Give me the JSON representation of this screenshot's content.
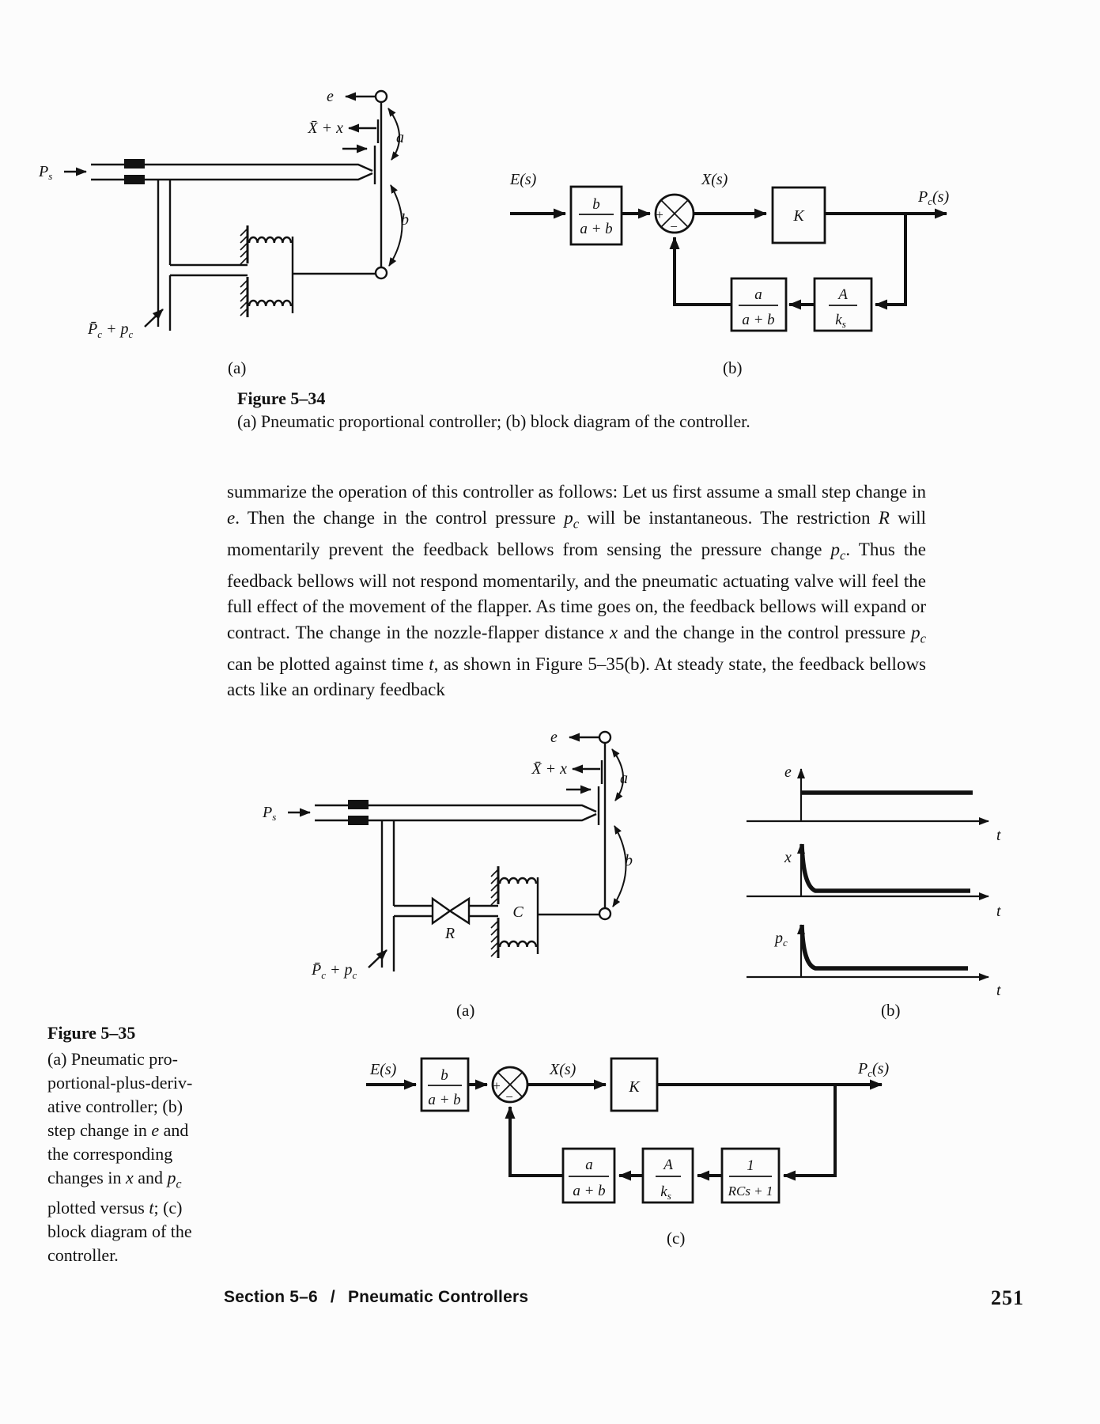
{
  "sym": {
    "e": "e",
    "t": "t",
    "x": "x",
    "a": "a",
    "b": "b",
    "K": "K",
    "C": "C",
    "R": "R",
    "A": "A",
    "p": "p",
    "c": "c",
    "s": "s",
    "k": "k",
    "P": "P",
    "one": "1",
    "Pbar": "P̄",
    "Xbar_x": "X̄ + x",
    "plus_sep": " + ",
    "Es": "E(s)",
    "Xs": "X(s)",
    "of_s": "(s)",
    "a_plus_b": "a + b",
    "RCs_1": "RCs + 1",
    "plus": "+",
    "minus": "−"
  },
  "fig534": {
    "panel_a": "(a)",
    "panel_b": "(b)",
    "caption_title": "Figure 5–34",
    "caption_body": "(a) Pneumatic proportional controller; (b) block diagram of the controller."
  },
  "paragraph": [
    {
      "t": "summarize the operation of this controller as follows: Let us first assume a small step change in "
    },
    {
      "t": "e",
      "i": 1
    },
    {
      "t": ". Then the change in the control pressure "
    },
    {
      "t": "p",
      "i": 1
    },
    {
      "t": "c",
      "i": 1,
      "sub": 1
    },
    {
      "t": " will be instantaneous. The restriction "
    },
    {
      "t": "R",
      "i": 1
    },
    {
      "t": " will momentarily prevent the feedback bellows from sensing the pressure change "
    },
    {
      "t": "p",
      "i": 1
    },
    {
      "t": "c",
      "i": 1,
      "sub": 1
    },
    {
      "t": ". Thus the feedback bellows will not respond momentarily, and the pneumatic actuating valve will feel the full effect of the movement of the flapper. As time goes on, the feedback bellows will expand or contract. The change in the nozzle-flapper distance "
    },
    {
      "t": "x",
      "i": 1
    },
    {
      "t": " and the change in the control pressure "
    },
    {
      "t": "p",
      "i": 1
    },
    {
      "t": "c",
      "i": 1,
      "sub": 1
    },
    {
      "t": " can be plotted against time "
    },
    {
      "t": "t",
      "i": 1
    },
    {
      "t": ", as shown in Figure 5–35(b). At steady state, the feedback bellows acts like an ordinary feedback"
    }
  ],
  "fig535": {
    "panel_a": "(a)",
    "panel_b": "(b)",
    "panel_c": "(c)",
    "caption_title": "Figure 5–35",
    "caption_lines": [
      [
        {
          "t": "(a) Pneumatic pro-"
        }
      ],
      [
        {
          "t": "portional-plus-deriv-"
        }
      ],
      [
        {
          "t": "ative controller; (b)"
        }
      ],
      [
        {
          "t": "step change in "
        },
        {
          "t": "e",
          "i": 1
        },
        {
          "t": " and"
        }
      ],
      [
        {
          "t": "the corresponding"
        }
      ],
      [
        {
          "t": "changes in "
        },
        {
          "t": "x",
          "i": 1
        },
        {
          "t": " and "
        },
        {
          "t": "p",
          "i": 1
        },
        {
          "t": "c",
          "i": 1,
          "sub": 1
        }
      ],
      [
        {
          "t": "plotted versus "
        },
        {
          "t": "t",
          "i": 1
        },
        {
          "t": "; (c)"
        }
      ],
      [
        {
          "t": "block diagram of the"
        }
      ],
      [
        {
          "t": "controller."
        }
      ]
    ],
    "plots": [
      {
        "ylabel": "e",
        "xlabel": "t",
        "shape": "step"
      },
      {
        "ylabel": "x",
        "xlabel": "t",
        "shape": "exponential-decay"
      },
      {
        "ylabel": "pc",
        "xlabel": "t",
        "shape": "exponential-decay"
      }
    ]
  },
  "footer": {
    "section": "Section 5–6",
    "slash": "/",
    "title": "Pneumatic Controllers",
    "page_number": "251"
  }
}
